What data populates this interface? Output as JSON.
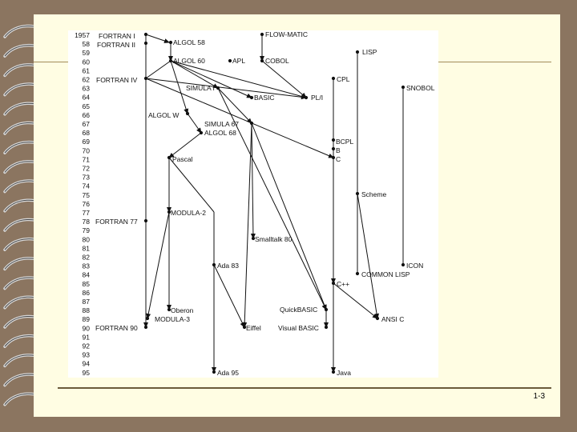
{
  "page_number": "1-3",
  "years": [
    "1957",
    "58",
    "59",
    "60",
    "61",
    "62",
    "63",
    "64",
    "65",
    "66",
    "67",
    "68",
    "69",
    "70",
    "71",
    "72",
    "73",
    "74",
    "75",
    "76",
    "77",
    "78",
    "79",
    "80",
    "81",
    "82",
    "83",
    "84",
    "85",
    "86",
    "87",
    "88",
    "89",
    "90",
    "91",
    "92",
    "93",
    "94",
    "95"
  ],
  "languages": {
    "fortran1": "FORTRAN I",
    "fortran2": "FORTRAN II",
    "fortran4": "FORTRAN IV",
    "fortran77": "FORTRAN 77",
    "fortran90": "FORTRAN 90",
    "algol58": "ALGOL 58",
    "algol60": "ALGOL 60",
    "algolw": "ALGOL W",
    "algol68": "ALGOL 68",
    "apl": "APL",
    "flowmatic": "FLOW-MATIC",
    "cobol": "COBOL",
    "lisp": "LISP",
    "cpl": "CPL",
    "snobol": "SNOBOL",
    "simula1": "SIMULA I",
    "basic": "BASIC",
    "pl1": "PL/I",
    "simula67": "SIMULA 67",
    "bcpl": "BCPL",
    "b": "B",
    "c": "C",
    "pascal": "Pascal",
    "scheme": "Scheme",
    "modula2": "MODULA-2",
    "smalltalk80": "Smalltalk 80",
    "ada83": "Ada 83",
    "icon": "ICON",
    "commonlisp": "COMMON LISP",
    "cpp": "C++",
    "oberon": "Oberon",
    "quickbasic": "QuickBASIC",
    "modula3": "MODULA-3",
    "ansic": "ANSI C",
    "eiffel": "Eiffel",
    "visualbasic": "Visual BASIC",
    "ada95": "Ada 95",
    "java": "Java"
  }
}
